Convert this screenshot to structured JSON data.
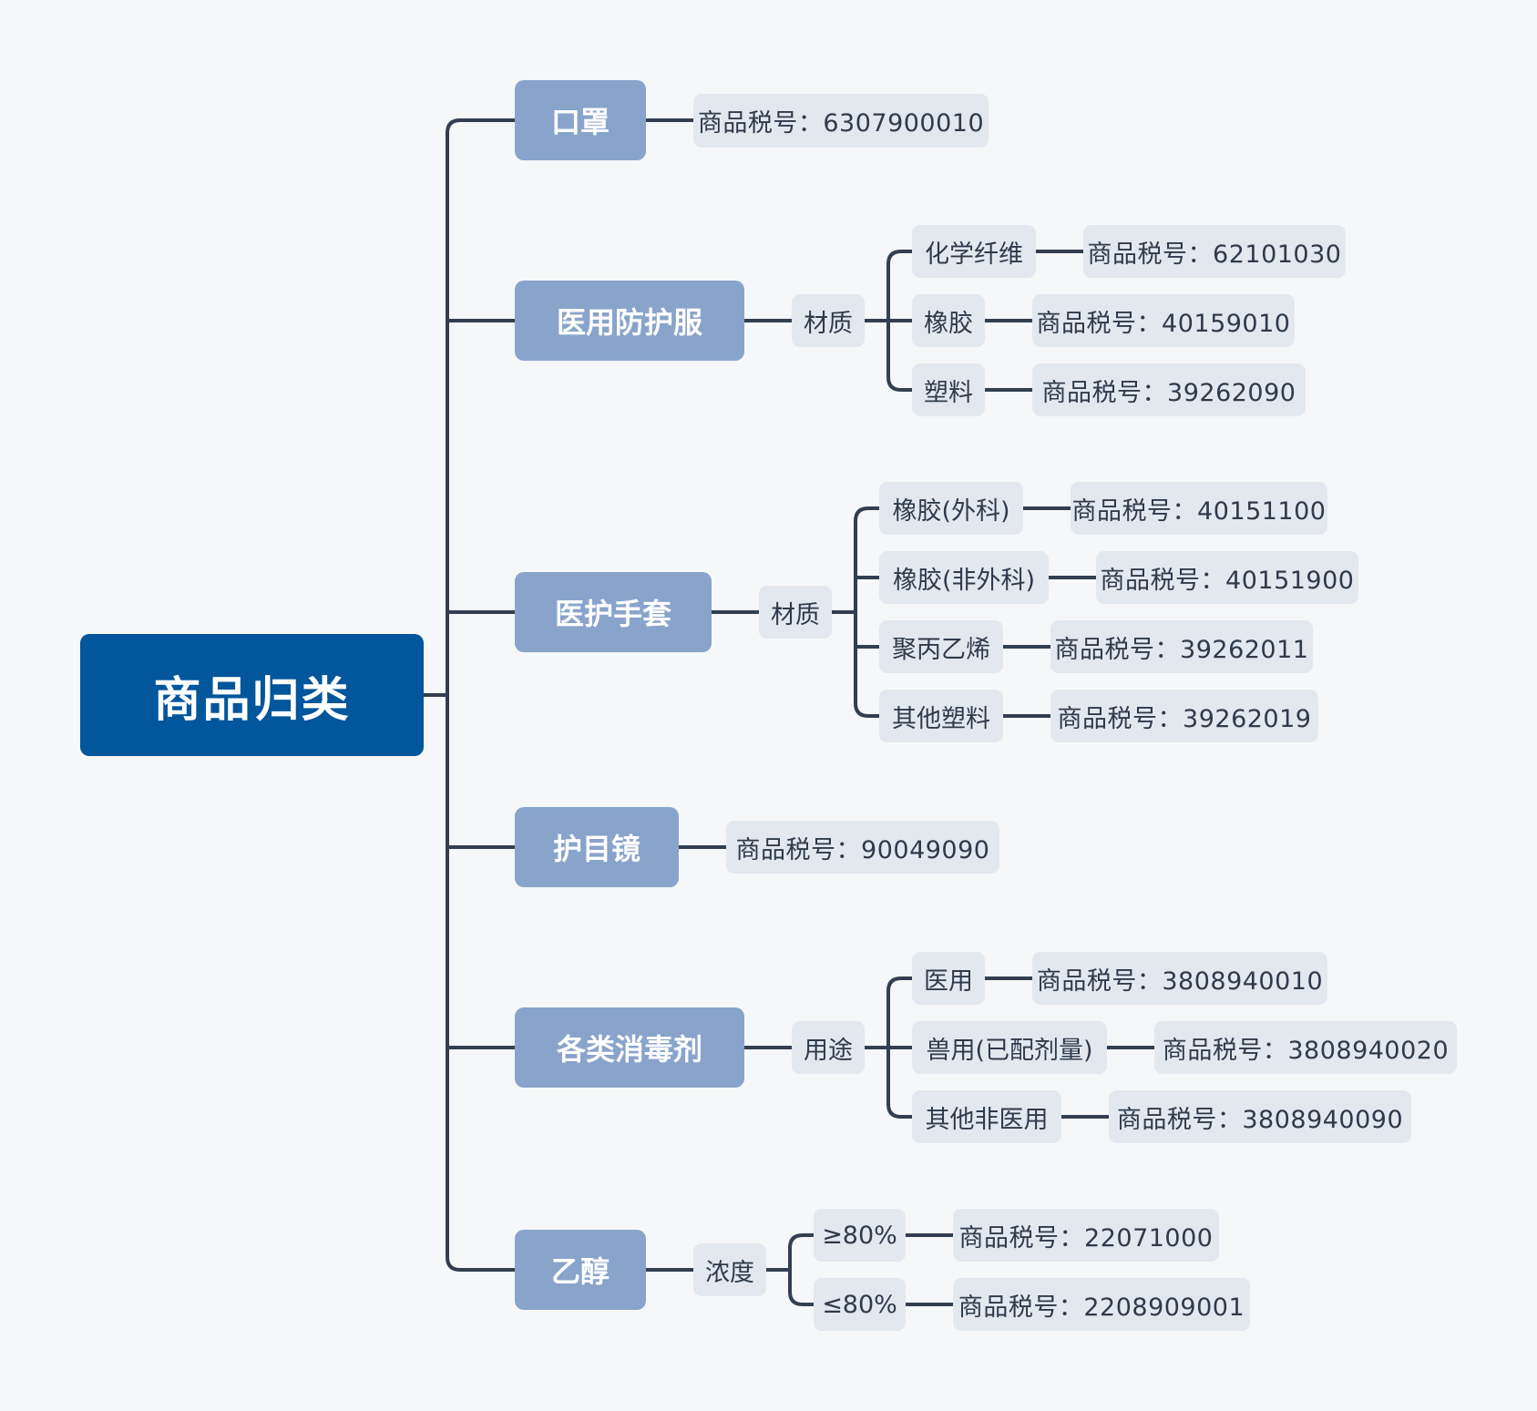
{
  "root": {
    "label": "商品归类"
  },
  "categories": [
    {
      "label": "口罩",
      "code": "商品税号：6307900010"
    },
    {
      "label": "医用防护服",
      "attr": "材质",
      "items": [
        {
          "label": "化学纤维",
          "code": "商品税号：62101030"
        },
        {
          "label": "橡胶",
          "code": "商品税号：40159010"
        },
        {
          "label": "塑料",
          "code": "商品税号：39262090"
        }
      ]
    },
    {
      "label": "医护手套",
      "attr": "材质",
      "items": [
        {
          "label": "橡胶(外科)",
          "code": "商品税号：40151100"
        },
        {
          "label": "橡胶(非外科)",
          "code": "商品税号：40151900"
        },
        {
          "label": "聚丙乙烯",
          "code": "商品税号：39262011"
        },
        {
          "label": "其他塑料",
          "code": "商品税号：39262019"
        }
      ]
    },
    {
      "label": "护目镜",
      "code": "商品税号：90049090"
    },
    {
      "label": "各类消毒剂",
      "attr": "用途",
      "items": [
        {
          "label": "医用",
          "code": "商品税号：3808940010"
        },
        {
          "label": "兽用(已配剂量)",
          "code": "商品税号：3808940020"
        },
        {
          "label": "其他非医用",
          "code": "商品税号：3808940090"
        }
      ]
    },
    {
      "label": "乙醇",
      "attr": "浓度",
      "items": [
        {
          "label": "≥80%",
          "code": "商品税号：22071000"
        },
        {
          "label": "≤80%",
          "code": "商品税号：2208909001"
        }
      ]
    }
  ],
  "colors": {
    "root": "#01569c",
    "category": "#88a4cb",
    "leaf": "#e3e8ef",
    "line": "#333f50",
    "background": "#f6f7f8"
  }
}
